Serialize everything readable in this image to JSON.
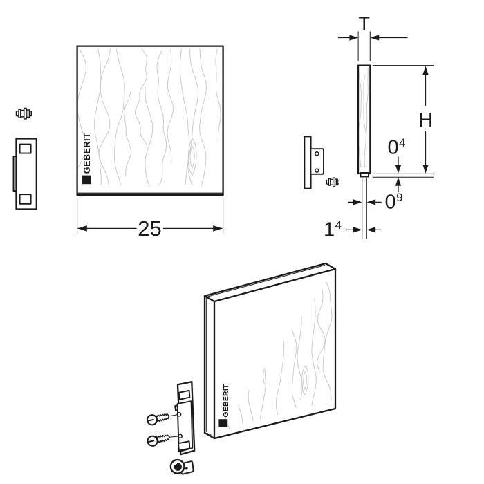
{
  "drawing": {
    "brand": "GEBERIT",
    "views": {
      "front": {
        "width_dim": "25"
      },
      "side": {
        "thickness_dim": "T",
        "height_dim": "H",
        "step_dim": {
          "value": "0",
          "sup": "4"
        },
        "strip_dim": {
          "value": "0",
          "sup": "9"
        },
        "edge_dim": {
          "value": "1",
          "sup": "4"
        }
      }
    },
    "icons": {
      "clip_fastener": "push-clip-side",
      "mounting_bracket": "bracket-profile",
      "screw": "pan-head-screw",
      "push_stud": "push-stud"
    },
    "colors": {
      "line": "#1a1a1a",
      "grain": "#c8c8cc",
      "background": "#ffffff"
    }
  }
}
